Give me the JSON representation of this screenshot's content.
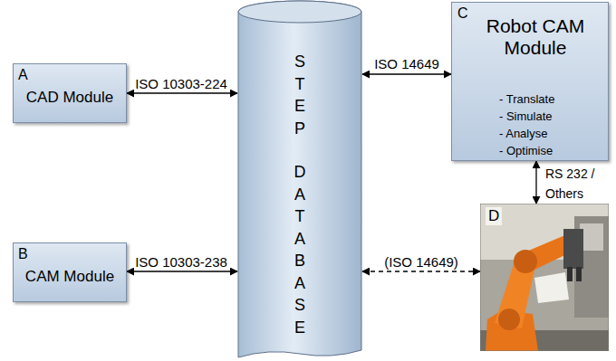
{
  "diagram": {
    "nodes": [
      {
        "text": [
          "A",
          "CAD Module"
        ]
      },
      {
        "text": [
          "B",
          "CAM Module"
        ]
      },
      {
        "text": [
          "STEP",
          "DATABASE"
        ]
      },
      {
        "text": [
          "C",
          "Robot CAM Module",
          "- Translate",
          "- Simulate",
          "- Analyse",
          "- Optimise"
        ]
      },
      {
        "text": [
          "D"
        ]
      }
    ],
    "edges": [
      {
        "from": 0,
        "to": 2,
        "arrow": "both",
        "label": "ISO 10303-224"
      },
      {
        "from": 1,
        "to": 2,
        "arrow": "both",
        "label": "ISO 10303-238"
      },
      {
        "from": 2,
        "to": 3,
        "arrow": "both",
        "label": "ISO 14649"
      },
      {
        "from": 3,
        "to": 4,
        "arrow": "both",
        "label": "RS 232 / Others"
      },
      {
        "from": 2,
        "to": 4,
        "arrow": "both",
        "label": "(ISO 14649)"
      }
    ]
  }
}
